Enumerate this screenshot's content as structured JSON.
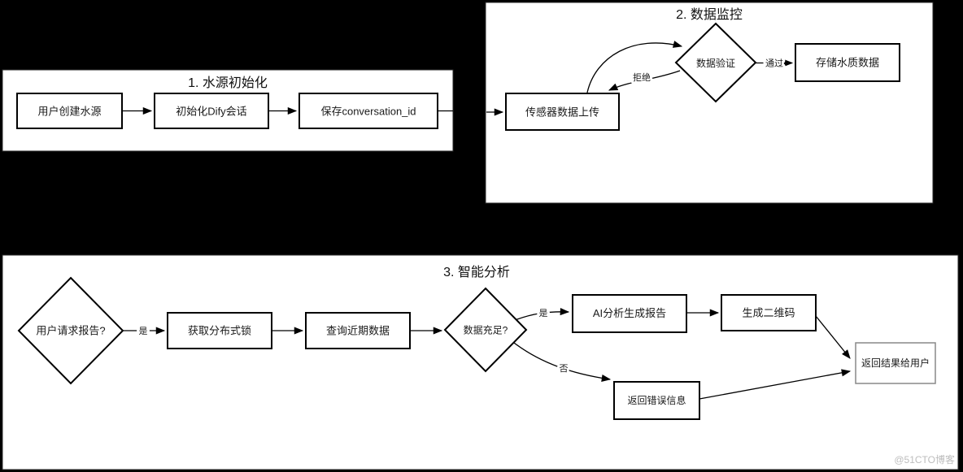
{
  "panel1": {
    "title": "1. 水源初始化",
    "nodes": {
      "create": "用户创建水源",
      "dify": "初始化Dify会话",
      "save": "保存conversation_id"
    }
  },
  "panel2": {
    "title": "2. 数据监控",
    "nodes": {
      "upload": "传感器数据上传",
      "validate": "数据验证",
      "store": "存储水质数据"
    },
    "edge_labels": {
      "pass": "通过",
      "reject": "拒绝"
    }
  },
  "panel3": {
    "title": "3. 智能分析",
    "nodes": {
      "request": "用户请求报告?",
      "lock": "获取分布式锁",
      "query": "查询近期数据",
      "enough": "数据充足?",
      "ai": "AI分析生成报告",
      "qr": "生成二维码",
      "error": "返回错误信息",
      "result": "返回结果给用户"
    },
    "edge_labels": {
      "yes_request": "是",
      "yes_enough": "是",
      "no_enough": "否"
    }
  },
  "watermark": "@51CTO博客",
  "colors": {
    "background": "#000000",
    "panel": "#ffffff",
    "line": "#000000",
    "node_border": "#000000",
    "result_box_border": "#888888",
    "watermark_text": "#bdbdbd"
  }
}
